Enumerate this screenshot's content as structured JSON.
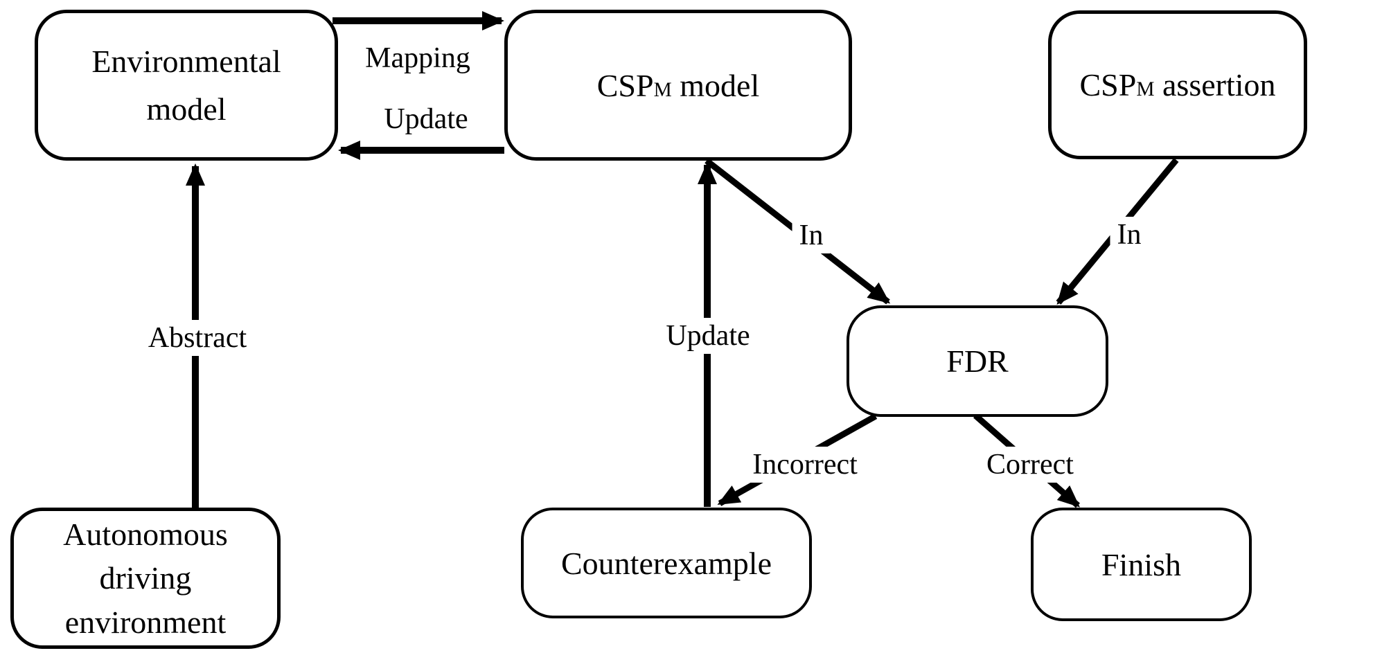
{
  "diagram": {
    "type": "flowchart",
    "colors": {
      "background": "#ffffff",
      "line": "#000000",
      "text": "#000000",
      "node_fill": "#ffffff"
    },
    "nodes": {
      "environmental_model": {
        "label": "Environmental model"
      },
      "cspm_model": {
        "label_pre": "CSP",
        "label_sub": "M",
        "label_post": " model"
      },
      "cspm_assertion": {
        "label_pre": "CSP",
        "label_sub": "M",
        "label_post": " assertion"
      },
      "fdr": {
        "label": "FDR"
      },
      "autonomous_driving_environment": {
        "label": "Autonomous driving environment"
      },
      "counterexample": {
        "label": "Counterexample"
      },
      "finish": {
        "label": "Finish"
      }
    },
    "edges": {
      "mapping": {
        "label": "Mapping",
        "from": "environmental_model",
        "to": "cspm_model"
      },
      "update_model": {
        "label": "Update",
        "from": "cspm_model",
        "to": "environmental_model"
      },
      "abstract": {
        "label": "Abstract",
        "from": "autonomous_driving_environment",
        "to": "environmental_model"
      },
      "update_counterexample": {
        "label": "Update",
        "from": "counterexample",
        "to": "cspm_model"
      },
      "in_model": {
        "label": "In",
        "from": "cspm_model",
        "to": "fdr"
      },
      "in_assertion": {
        "label": "In",
        "from": "cspm_assertion",
        "to": "fdr"
      },
      "incorrect": {
        "label": "Incorrect",
        "from": "fdr",
        "to": "counterexample"
      },
      "correct": {
        "label": "Correct",
        "from": "fdr",
        "to": "finish"
      }
    }
  }
}
